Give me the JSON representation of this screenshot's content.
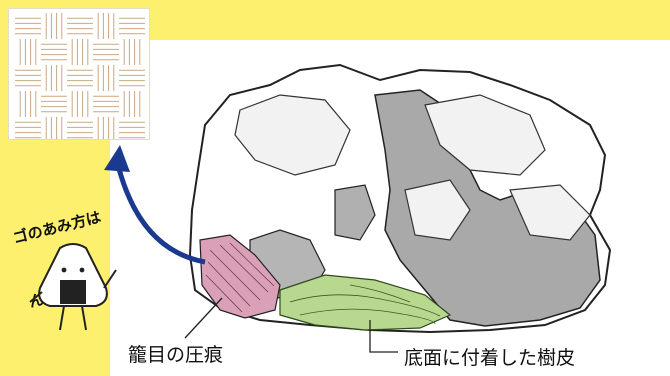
{
  "speech_bubble": {
    "line1": "ゴのあみ方は",
    "line2": "んな感じ！"
  },
  "labels": {
    "basket_mark": "籠目の圧痕",
    "bark": "底面に付着した樹皮"
  },
  "colors": {
    "background_yellow": "#fdf06e",
    "arrow_blue": "#1a3a8f",
    "basket_mark_pink": "#d9a0b8",
    "bark_green": "#b8d890",
    "stone_gray": "#a8a8a8"
  },
  "icons": {
    "weave_pattern": "herringbone-weave-icon",
    "mascot": "onigiri-mascot-icon"
  }
}
